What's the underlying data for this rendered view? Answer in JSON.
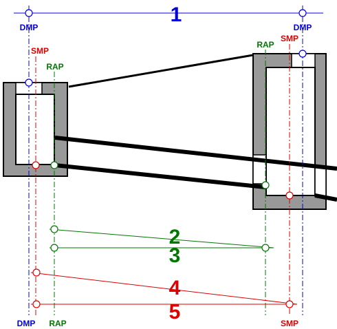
{
  "colors": {
    "dmp": "#0000dd",
    "smp": "#dd0000",
    "rap": "#007700",
    "part_fill": "#999999",
    "outline": "#000000",
    "background": "#ffffff"
  },
  "labels": {
    "dmp_top_left": "DMP",
    "dmp_top_right": "DMP",
    "smp_left": "SMP",
    "smp_right": "SMP",
    "rap_left": "RAP",
    "rap_right": "RAP",
    "dmp_bottom": "DMP",
    "rap_bottom": "RAP",
    "smp_bottom": "SMP"
  },
  "dimensions": {
    "d1": "1",
    "d2": "2",
    "d3": "3",
    "d4": "4",
    "d5": "5"
  }
}
